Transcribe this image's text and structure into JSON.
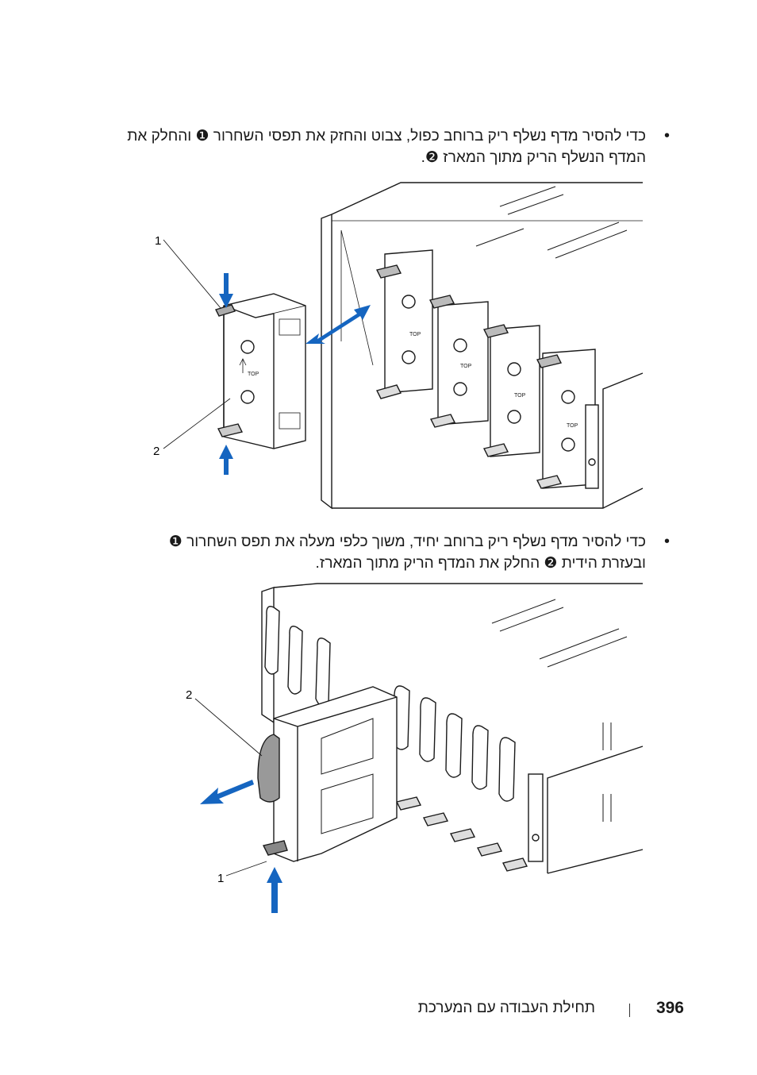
{
  "bullets": [
    {
      "symbol": "•",
      "lines": [
        "כדי להסיר מדף נשלף ריק ברוחב כפול, צבוט והחזק את תפסי השחרור ❶ והחלק את",
        "המדף הנשלף הריק מתוך המארז ❷."
      ]
    },
    {
      "symbol": "•",
      "lines": [
        "כדי להסיר מדף נשלף ריק ברוחב יחיד, משוך כלפי מעלה את תפס השחרור ❶",
        "ובעזרת הידית ❷ החלק את המדף הריק מתוך המארז."
      ]
    }
  ],
  "figure1": {
    "callouts": [
      "1",
      "2"
    ],
    "panel_label": "TOP"
  },
  "figure2": {
    "callouts": [
      "2",
      "1"
    ]
  },
  "footer": {
    "page_number": "396",
    "title": "תחילת העבודה עם המערכת"
  },
  "colors": {
    "arrow": "#1565c0",
    "line": "#1a1a1a",
    "handle": "#999999"
  }
}
